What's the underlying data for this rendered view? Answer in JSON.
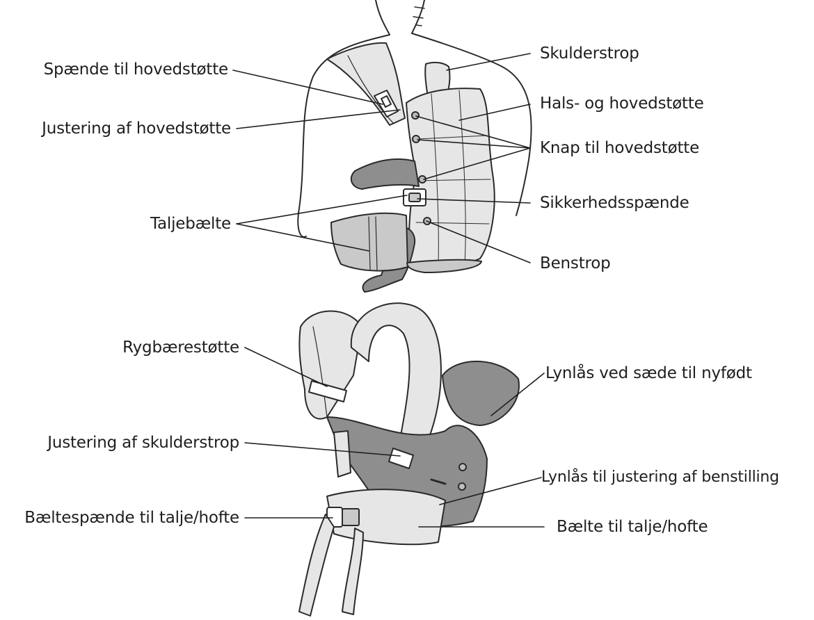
{
  "colors": {
    "line": "#2a2a2a",
    "fabric_light": "#e6e6e6",
    "fabric_mid": "#c9c9c9",
    "fabric_dark": "#8e8e8e",
    "skin": "#ffffff"
  },
  "labels": {
    "head_buckle": "Spænde til hovedstøtte",
    "head_adjust": "Justering af hovedstøtte",
    "waist_belt": "Taljebælte",
    "shoulder_strap": "Skulderstrop",
    "neck_head_support": "Hals- og hovedstøtte",
    "head_button": "Knap til hovedstøtte",
    "safety_buckle": "Sikkerhedsspænde",
    "leg_strap": "Benstrop",
    "back_support": "Rygbærestøtte",
    "shoulder_adjust": "Justering af skulderstrop",
    "belt_buckle": "Bæltespænde til talje/hofte",
    "newborn_zip": "Lynlås ved sæde til nyfødt",
    "leg_zip": "Lynlås til justering af benstilling",
    "waist_hip_belt": "Bælte til talje/hofte"
  }
}
